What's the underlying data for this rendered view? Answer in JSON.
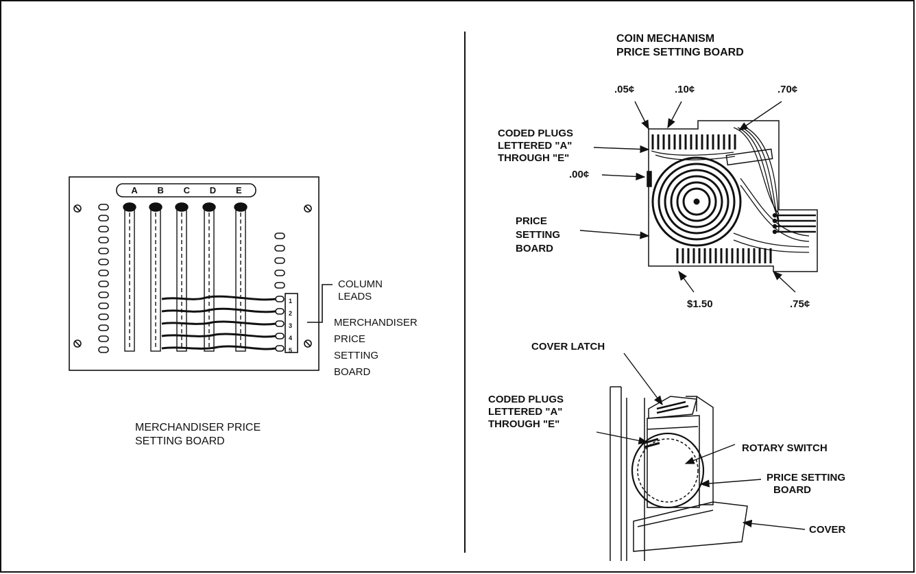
{
  "left": {
    "title_line1": "MERCHANDISER PRICE",
    "title_line2": "SETTING BOARD",
    "column_letters": [
      "A",
      "B",
      "C",
      "D",
      "E"
    ],
    "row_numbers": [
      "1",
      "2",
      "3",
      "4",
      "5"
    ],
    "column_leads_line1": "COLUMN",
    "column_leads_line2": "LEADS",
    "board_label_line1": "MERCHANDISER",
    "board_label_line2": "PRICE",
    "board_label_line3": "SETTING",
    "board_label_line4": "BOARD"
  },
  "right_top": {
    "title_line1": "COIN MECHANISM",
    "title_line2": "PRICE SETTING BOARD",
    "price_05": ".05¢",
    "price_10": ".10¢",
    "price_70": ".70¢",
    "price_00": ".00¢",
    "price_150": "$1.50",
    "price_75": ".75¢",
    "coded_plugs_line1": "CODED PLUGS",
    "coded_plugs_line2": "LETTERED \"A\"",
    "coded_plugs_line3": "THROUGH \"E\"",
    "board_line1": "PRICE",
    "board_line2": "SETTING",
    "board_line3": "BOARD"
  },
  "right_bottom": {
    "cover_latch": "COVER LATCH",
    "coded_plugs_line1": "CODED PLUGS",
    "coded_plugs_line2": "LETTERED \"A\"",
    "coded_plugs_line3": "THROUGH \"E\"",
    "rotary_switch": "ROTARY SWITCH",
    "board_line1": "PRICE SETTING",
    "board_line2": "BOARD",
    "cover": "COVER"
  }
}
